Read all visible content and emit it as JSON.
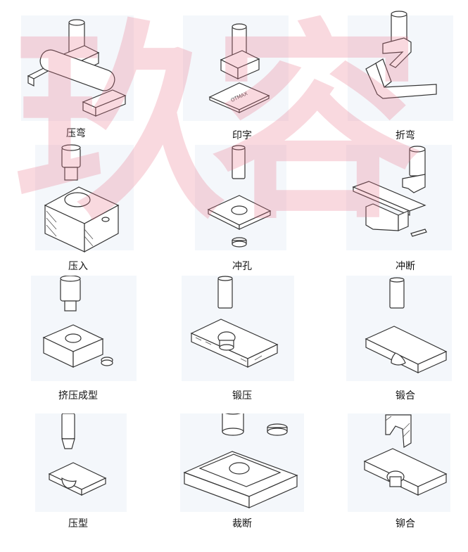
{
  "watermark": {
    "text": "玖容",
    "color": "#e8788c"
  },
  "processes": [
    {
      "id": "bending",
      "label": "压弯"
    },
    {
      "id": "marking",
      "label": "印字"
    },
    {
      "id": "folding",
      "label": "折弯"
    },
    {
      "id": "pressing-in",
      "label": "压入"
    },
    {
      "id": "punching",
      "label": "冲孔"
    },
    {
      "id": "shearing",
      "label": "冲断"
    },
    {
      "id": "extrusion",
      "label": "挤压成型"
    },
    {
      "id": "forging",
      "label": "锻压"
    },
    {
      "id": "forge-joining",
      "label": "锻合"
    },
    {
      "id": "press-forming",
      "label": "压型"
    },
    {
      "id": "blanking",
      "label": "裁断"
    },
    {
      "id": "riveting",
      "label": "铆合"
    }
  ],
  "stamp_text": "OTMAX"
}
